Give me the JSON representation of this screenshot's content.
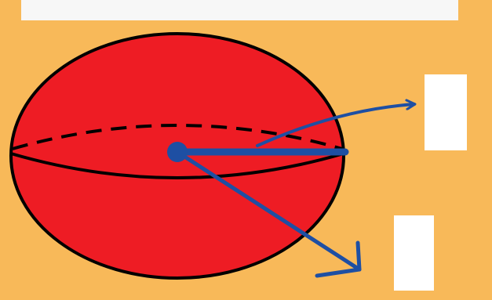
{
  "diagram": {
    "shape": "spheroid",
    "colors": {
      "background": "#f8b959",
      "body": "#ee1c24",
      "outline": "#000000",
      "vectors": "#1e4fa3",
      "label_box": "#ffffff",
      "top_strip": "#f7f7f7"
    },
    "elements": [
      {
        "name": "equator-dashed-back",
        "kind": "dashed-ellipse-arc"
      },
      {
        "name": "equator-solid-front",
        "kind": "solid-ellipse-arc"
      },
      {
        "name": "semi-axis-radius",
        "kind": "thick-line"
      },
      {
        "name": "arrow-to-upper-box",
        "kind": "curved-arrow"
      },
      {
        "name": "arrow-to-lower-box",
        "kind": "straight-arrow"
      }
    ],
    "label_boxes": [
      {
        "name": "upper-label-box",
        "text": ""
      },
      {
        "name": "lower-label-box",
        "text": ""
      }
    ]
  }
}
